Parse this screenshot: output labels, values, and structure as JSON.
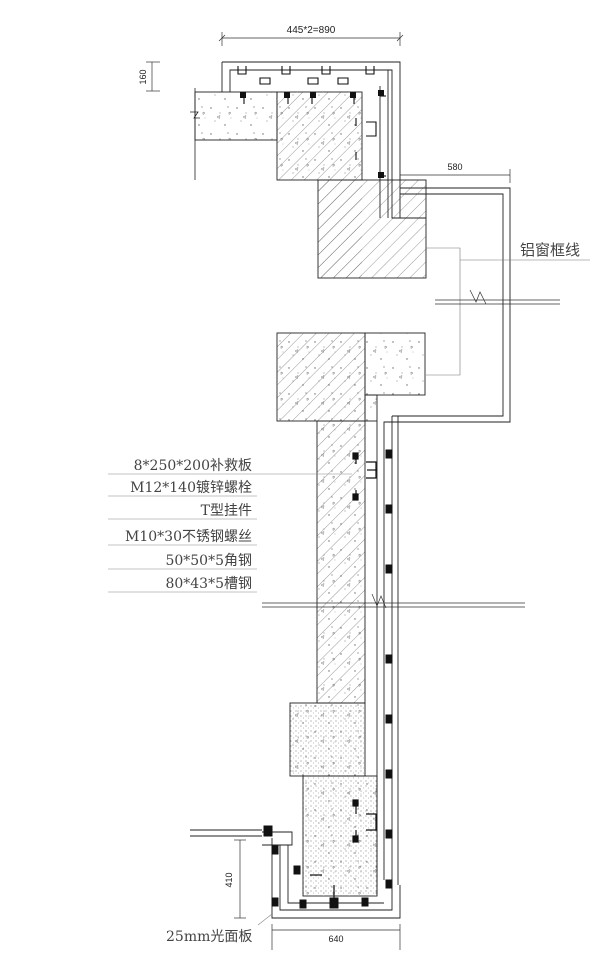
{
  "dimensions": {
    "top_width": "445*2=890",
    "top_height": "160",
    "right_offset": "580",
    "bottom_height": "410",
    "bottom_width": "640"
  },
  "labels": {
    "window_frame": "铝窗框线",
    "callouts": [
      "8*250*200补救板",
      "M12*140镀锌螺栓",
      "T型挂件",
      "M10*30不锈钢螺丝",
      "50*50*5角钢",
      "80*43*5槽钢"
    ],
    "panel": "25mm光面板"
  }
}
